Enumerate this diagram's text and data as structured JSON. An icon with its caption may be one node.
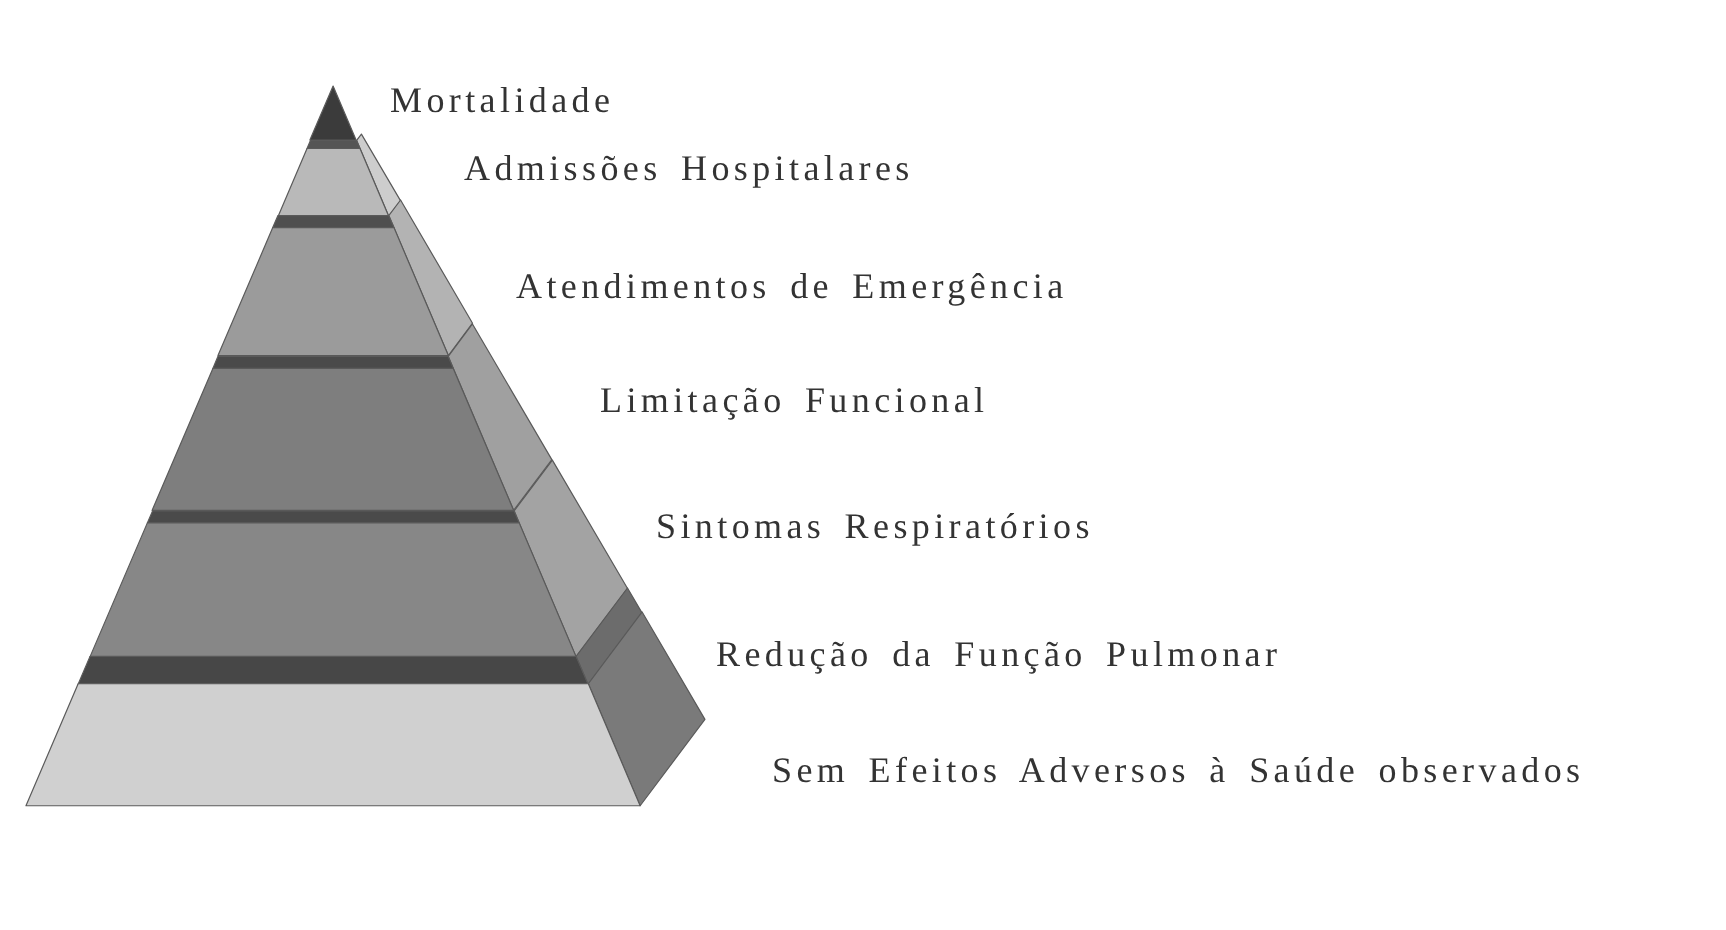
{
  "diagram": {
    "nodes": [
      {
        "text": [
          "Mortalidade"
        ]
      },
      {
        "text": [
          "Admissões Hospitalares"
        ]
      },
      {
        "text": [
          "Atendimentos de Emergência"
        ]
      },
      {
        "text": [
          "Limitação Funcional"
        ]
      },
      {
        "text": [
          "Sintomas Respiratórios"
        ]
      },
      {
        "text": [
          "Redução da Função Pulmonar"
        ]
      },
      {
        "text": [
          "Sem Efeitos Adversos à Saúde observados"
        ]
      }
    ]
  }
}
